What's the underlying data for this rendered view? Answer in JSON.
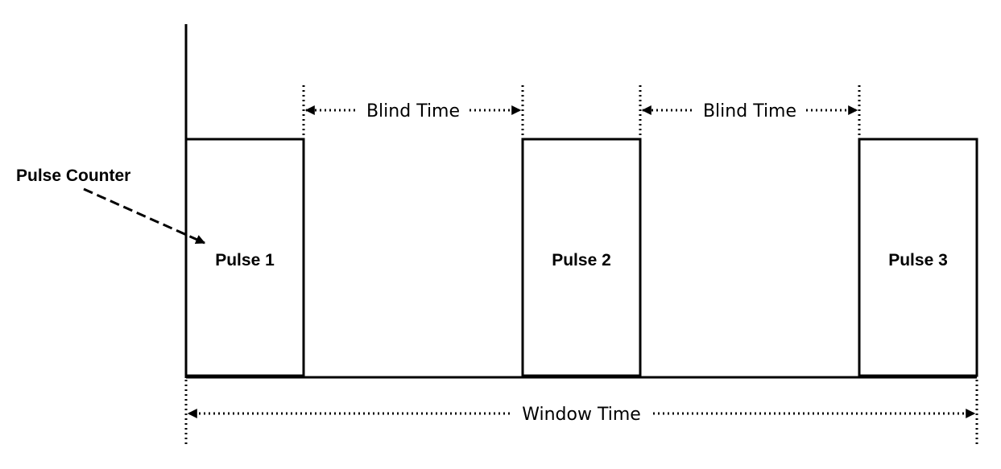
{
  "pulse_counter": {
    "label": "Pulse Counter"
  },
  "pulses": [
    {
      "label": "Pulse 1"
    },
    {
      "label": "Pulse 2"
    },
    {
      "label": "Pulse 3"
    }
  ],
  "blind_times": [
    {
      "label": "Blind Time"
    },
    {
      "label": "Blind Time"
    }
  ],
  "window_time": {
    "label": "Window Time"
  },
  "colors": {
    "line": "#000000",
    "background": "#ffffff"
  }
}
